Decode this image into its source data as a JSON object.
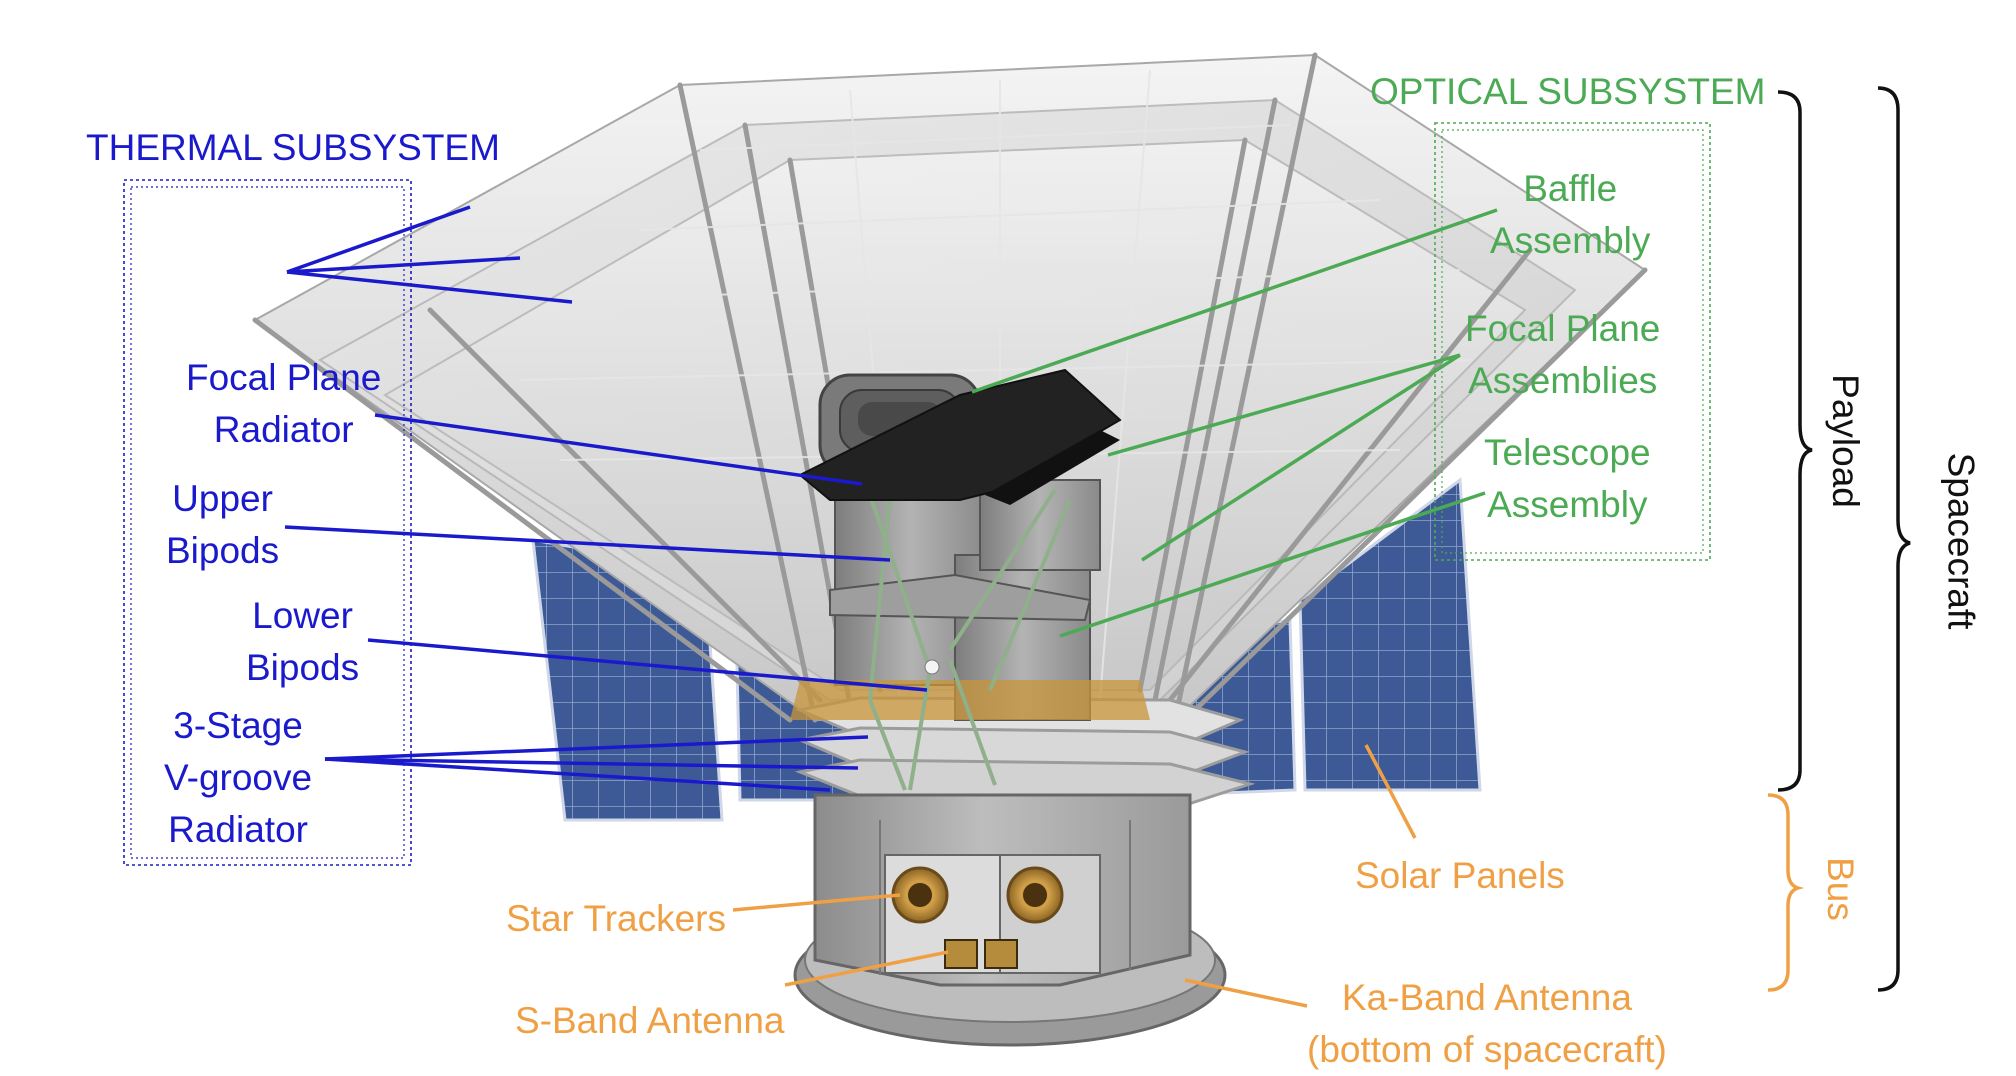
{
  "labels": {
    "thermal_title": "THERMAL SUBSYSTEM",
    "optical_title": "OPTICAL SUBSYSTEM",
    "baffle": [
      "Baffle",
      "Assembly"
    ],
    "focal_plane_assemblies": [
      "Focal Plane",
      "Assemblies"
    ],
    "telescope": [
      "Telescope",
      "Assembly"
    ],
    "focal_plane_radiator": [
      "Focal Plane",
      "Radiator"
    ],
    "upper_bipods": [
      "Upper",
      "Bipods"
    ],
    "lower_bipods": [
      "Lower",
      "Bipods"
    ],
    "vgroove": [
      "3-Stage",
      "V-groove",
      "Radiator"
    ],
    "solar_panels": "Solar Panels",
    "star_trackers": "Star Trackers",
    "s_band": "S-Band Antenna",
    "ka_band": [
      "Ka-Band Antenna",
      "(bottom of spacecraft)"
    ],
    "payload": "Payload",
    "bus": "Bus",
    "spacecraft": "Spacecraft"
  },
  "colors": {
    "thermal": "#1a1acc",
    "optical": "#4caa55",
    "bus": "#f0a044",
    "bracket": "#111111"
  }
}
